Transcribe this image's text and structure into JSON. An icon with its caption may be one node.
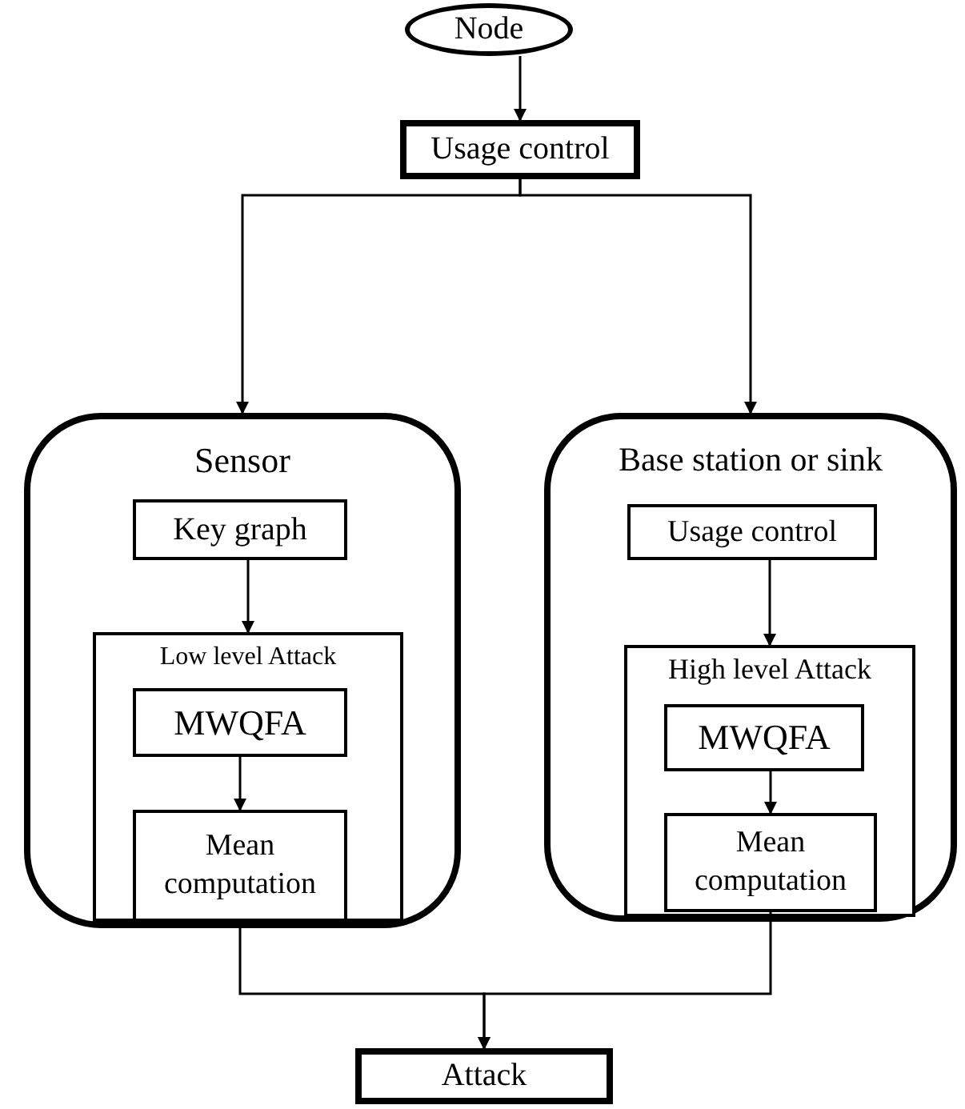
{
  "diagram": {
    "nodes": [
      {
        "text": [
          "Node"
        ]
      },
      {
        "text": [
          "Usage control"
        ]
      },
      {
        "text": [
          "Sensor"
        ]
      },
      {
        "text": [
          "Key graph"
        ],
        "in": 2
      },
      {
        "text": [
          "Low level Attack"
        ],
        "in": 2
      },
      {
        "text": [
          "MWQFA"
        ],
        "in": 4
      },
      {
        "text": [
          "Mean computation"
        ],
        "in": 4
      },
      {
        "text": [
          "Base station or sink"
        ]
      },
      {
        "text": [
          "Usage control"
        ],
        "in": 7
      },
      {
        "text": [
          "High level Attack"
        ],
        "in": 7
      },
      {
        "text": [
          "MWQFA"
        ],
        "in": 9
      },
      {
        "text": [
          "Mean computation"
        ],
        "in": 9
      },
      {
        "text": [
          "Attack"
        ]
      }
    ],
    "edges": [
      {
        "from": 0,
        "to": 1,
        "arrow": "to"
      },
      {
        "from": 1,
        "to": 2,
        "arrow": "to"
      },
      {
        "from": 1,
        "to": 7,
        "arrow": "to"
      },
      {
        "from": 3,
        "to": 4,
        "arrow": "to"
      },
      {
        "from": 5,
        "to": 6,
        "arrow": "to"
      },
      {
        "from": 8,
        "to": 9,
        "arrow": "to"
      },
      {
        "from": 10,
        "to": 11,
        "arrow": "to"
      },
      {
        "from": 6,
        "to": 12,
        "arrow": "to"
      },
      {
        "from": 11,
        "to": 12,
        "arrow": "to"
      }
    ]
  }
}
